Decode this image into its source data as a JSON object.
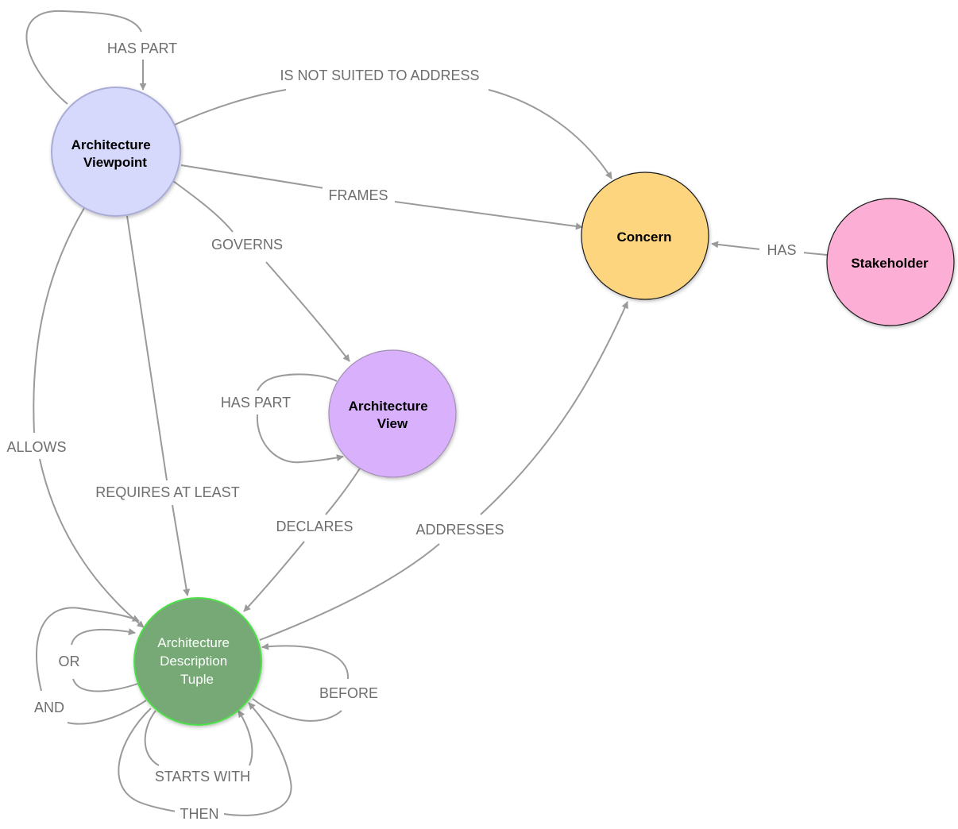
{
  "colors": {
    "edge": "#9a9a9a",
    "edge_label": "#6e6e6e",
    "architecture_viewpoint": "#d6d9fb",
    "concern": "#fdd57e",
    "stakeholder": "#fdaed5",
    "architecture_view": "#d9b0fc",
    "architecture_description_tuple": "#76a975"
  },
  "nodes": {
    "architecture_viewpoint": {
      "lines": [
        "Architecture",
        "Viewpoint"
      ]
    },
    "concern": {
      "lines": [
        "Concern"
      ]
    },
    "stakeholder": {
      "lines": [
        "Stakeholder"
      ]
    },
    "architecture_view": {
      "lines": [
        "Architecture",
        "View"
      ]
    },
    "architecture_description_tuple": {
      "lines": [
        "Architecture",
        "Description",
        "Tuple"
      ]
    }
  },
  "relationships": [
    {
      "id": "viewpoint-has-part-viewpoint",
      "from": "Architecture Viewpoint",
      "to": "Architecture Viewpoint",
      "label": "HAS PART"
    },
    {
      "id": "viewpoint-is-not-suited-to-address-concern",
      "from": "Architecture Viewpoint",
      "to": "Concern",
      "label": "IS NOT SUITED TO ADDRESS"
    },
    {
      "id": "viewpoint-frames-concern",
      "from": "Architecture Viewpoint",
      "to": "Concern",
      "label": "FRAMES"
    },
    {
      "id": "stakeholder-has-concern",
      "from": "Stakeholder",
      "to": "Concern",
      "label": "HAS"
    },
    {
      "id": "viewpoint-governs-view",
      "from": "Architecture Viewpoint",
      "to": "Architecture View",
      "label": "GOVERNS"
    },
    {
      "id": "view-has-part-view",
      "from": "Architecture View",
      "to": "Architecture View",
      "label": "HAS PART"
    },
    {
      "id": "viewpoint-allows-tuple",
      "from": "Architecture Viewpoint",
      "to": "Architecture Description Tuple",
      "label": "ALLOWS"
    },
    {
      "id": "viewpoint-requires-at-least-tuple",
      "from": "Architecture Viewpoint",
      "to": "Architecture Description Tuple",
      "label": "REQUIRES AT LEAST"
    },
    {
      "id": "view-declares-tuple",
      "from": "Architecture View",
      "to": "Architecture Description Tuple",
      "label": "DECLARES"
    },
    {
      "id": "tuple-addresses-concern",
      "from": "Architecture Description Tuple",
      "to": "Concern",
      "label": "ADDRESSES"
    },
    {
      "id": "tuple-or-tuple",
      "from": "Architecture Description Tuple",
      "to": "Architecture Description Tuple",
      "label": "OR"
    },
    {
      "id": "tuple-and-tuple",
      "from": "Architecture Description Tuple",
      "to": "Architecture Description Tuple",
      "label": "AND"
    },
    {
      "id": "tuple-before-tuple",
      "from": "Architecture Description Tuple",
      "to": "Architecture Description Tuple",
      "label": "BEFORE"
    },
    {
      "id": "tuple-starts-with-tuple",
      "from": "Architecture Description Tuple",
      "to": "Architecture Description Tuple",
      "label": "STARTS WITH"
    },
    {
      "id": "tuple-then-tuple",
      "from": "Architecture Description Tuple",
      "to": "Architecture Description Tuple",
      "label": "THEN"
    }
  ]
}
